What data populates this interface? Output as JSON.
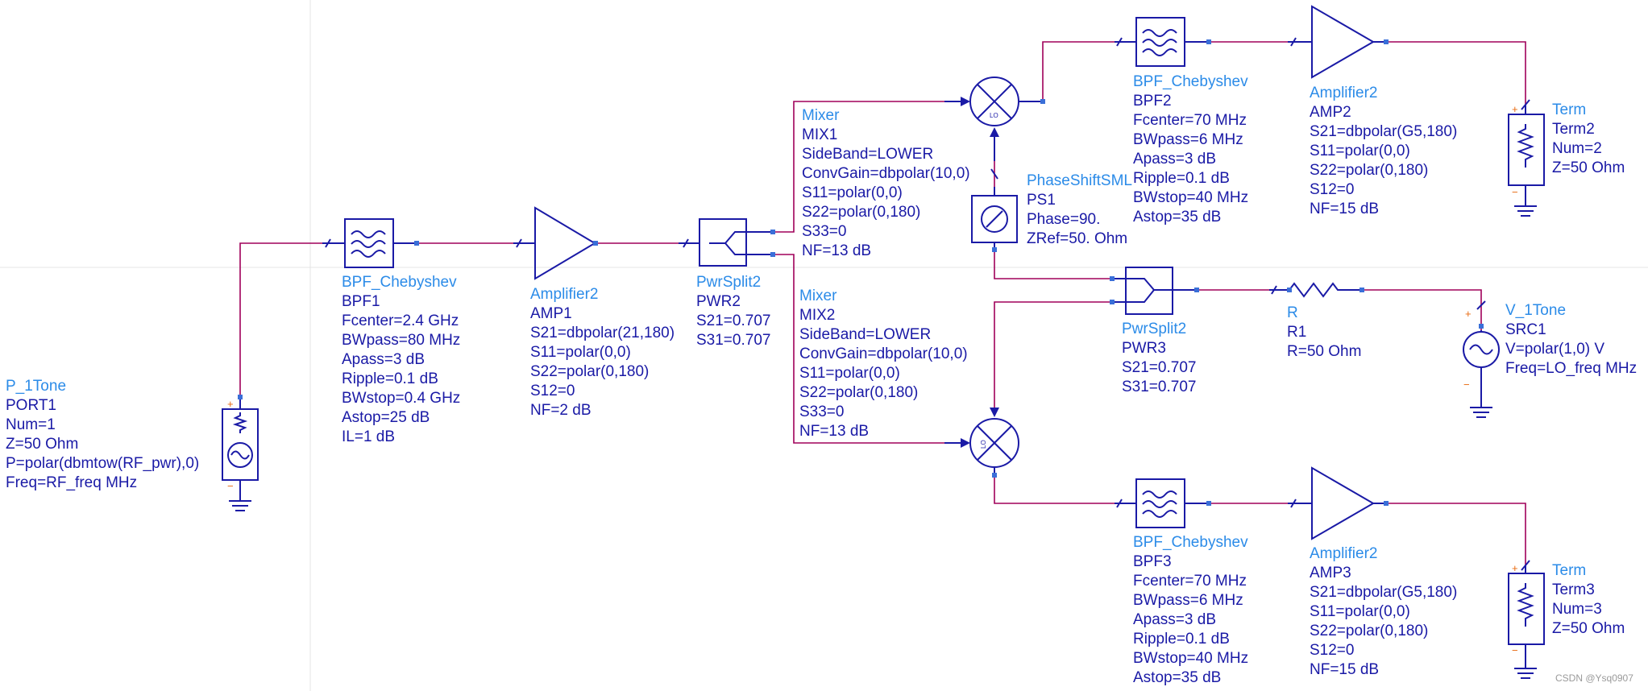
{
  "components": [
    {
      "id": "port1",
      "type": "P_1Tone",
      "lines": [
        "PORT1",
        "Num=1",
        "Z=50 Ohm",
        "P=polar(dbmtow(RF_pwr),0)",
        "Freq=RF_freq MHz"
      ]
    },
    {
      "id": "bpf1",
      "type": "BPF_Chebyshev",
      "lines": [
        "BPF1",
        "Fcenter=2.4 GHz",
        "BWpass=80 MHz",
        "Apass=3 dB",
        "Ripple=0.1 dB",
        "BWstop=0.4 GHz",
        "Astop=25 dB",
        "IL=1 dB"
      ]
    },
    {
      "id": "amp1",
      "type": "Amplifier2",
      "lines": [
        "AMP1",
        "S21=dbpolar(21,180)",
        "S11=polar(0,0)",
        "S22=polar(0,180)",
        "S12=0",
        "NF=2 dB"
      ]
    },
    {
      "id": "pwr2",
      "type": "PwrSplit2",
      "lines": [
        "PWR2",
        "S21=0.707",
        "S31=0.707"
      ]
    },
    {
      "id": "mix1",
      "type": "Mixer",
      "lines": [
        "MIX1",
        "SideBand=LOWER",
        "ConvGain=dbpolar(10,0)",
        "S11=polar(0,0)",
        "S22=polar(0,180)",
        "S33=0",
        "NF=13 dB"
      ]
    },
    {
      "id": "mix2",
      "type": "Mixer",
      "lines": [
        "MIX2",
        "SideBand=LOWER",
        "ConvGain=dbpolar(10,0)",
        "S11=polar(0,0)",
        "S22=polar(0,180)",
        "S33=0",
        "NF=13 dB"
      ]
    },
    {
      "id": "ps1",
      "type": "PhaseShiftSML",
      "lines": [
        "PS1",
        "Phase=90.",
        "ZRef=50. Ohm"
      ]
    },
    {
      "id": "bpf2",
      "type": "BPF_Chebyshev",
      "lines": [
        "BPF2",
        "Fcenter=70 MHz",
        "BWpass=6 MHz",
        "Apass=3 dB",
        "Ripple=0.1 dB",
        "BWstop=40 MHz",
        "Astop=35 dB"
      ]
    },
    {
      "id": "amp2",
      "type": "Amplifier2",
      "lines": [
        "AMP2",
        "S21=dbpolar(G5,180)",
        "S11=polar(0,0)",
        "S22=polar(0,180)",
        "S12=0",
        "NF=15 dB"
      ]
    },
    {
      "id": "term2",
      "type": "Term",
      "lines": [
        "Term2",
        "Num=2",
        "Z=50 Ohm"
      ]
    },
    {
      "id": "pwr3",
      "type": "PwrSplit2",
      "lines": [
        "PWR3",
        "S21=0.707",
        "S31=0.707"
      ]
    },
    {
      "id": "r1",
      "type": "R",
      "lines": [
        "R1",
        "R=50 Ohm"
      ]
    },
    {
      "id": "src1",
      "type": "V_1Tone",
      "lines": [
        "SRC1",
        "V=polar(1,0) V",
        "Freq=LO_freq MHz"
      ]
    },
    {
      "id": "bpf3",
      "type": "BPF_Chebyshev",
      "lines": [
        "BPF3",
        "Fcenter=70 MHz",
        "BWpass=6 MHz",
        "Apass=3 dB",
        "Ripple=0.1 dB",
        "BWstop=40 MHz",
        "Astop=35 dB"
      ]
    },
    {
      "id": "amp3",
      "type": "Amplifier2",
      "lines": [
        "AMP3",
        "S21=dbpolar(G5,180)",
        "S11=polar(0,0)",
        "S22=polar(0,180)",
        "S12=0",
        "NF=15 dB"
      ]
    },
    {
      "id": "term3",
      "type": "Term",
      "lines": [
        "Term3",
        "Num=3",
        "Z=50 Ohm"
      ]
    }
  ],
  "symbol_text": {
    "lo": "LO",
    "plus": "+",
    "minus": "−"
  },
  "watermark": "CSDN @Ysq0907",
  "colors": {
    "wire": "#a0005a",
    "symbol": "#1a1aa6",
    "component_type": "#2b8be8",
    "pin": "#3a6fd8"
  }
}
